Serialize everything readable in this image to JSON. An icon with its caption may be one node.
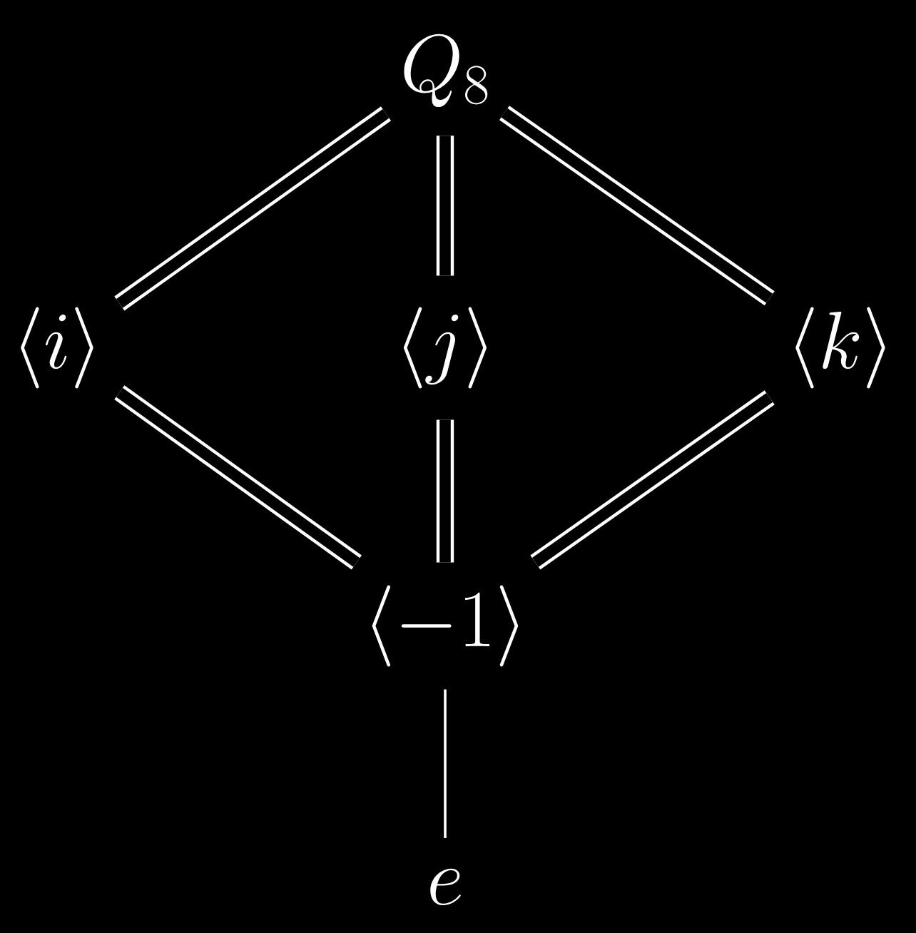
{
  "diagram": {
    "nodes": [
      {
        "text": [
          "Q_8"
        ]
      },
      {
        "text": [
          "\\langle i\\rangle"
        ]
      },
      {
        "text": [
          "\\langle j\\rangle"
        ]
      },
      {
        "text": [
          "\\langle k\\rangle"
        ]
      },
      {
        "text": [
          "\\langle -1\\rangle"
        ]
      },
      {
        "text": [
          "e"
        ]
      }
    ],
    "edges": [
      {
        "from": 0,
        "to": 1,
        "arrow": "none"
      },
      {
        "from": 0,
        "to": 2,
        "arrow": "none"
      },
      {
        "from": 0,
        "to": 3,
        "arrow": "none"
      },
      {
        "from": 1,
        "to": 4,
        "arrow": "none"
      },
      {
        "from": 2,
        "to": 4,
        "arrow": "none"
      },
      {
        "from": 3,
        "to": 4,
        "arrow": "none"
      },
      {
        "from": 4,
        "to": 5,
        "arrow": "none"
      }
    ]
  }
}
